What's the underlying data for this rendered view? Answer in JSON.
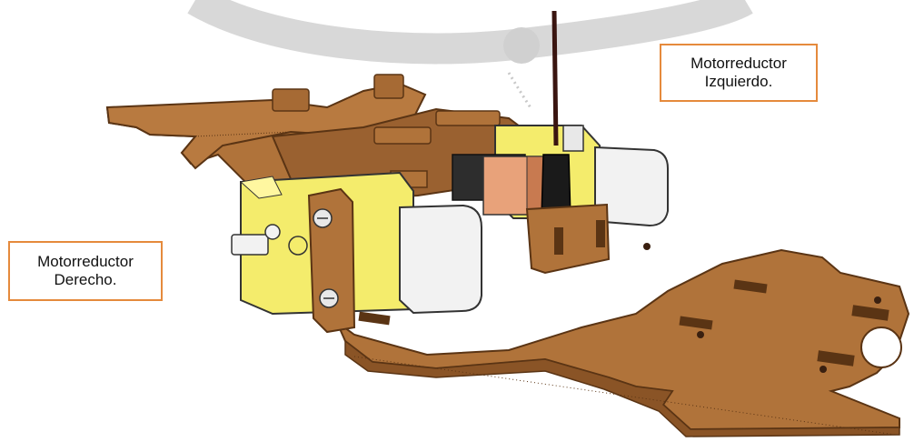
{
  "labels": {
    "left_motor": {
      "line1": "Motorreductor",
      "line2": "Izquierdo."
    },
    "right_motor": {
      "line1": "Motorreductor",
      "line2": "Derecho."
    }
  },
  "colors": {
    "chassis": "#b0733a",
    "chassis_edge": "#5a3414",
    "motor_yellow": "#f4ec6c",
    "motor_cap": "#f2f2f2",
    "callout_border": "#e58a3c",
    "wire": "#3a1510",
    "ghost_wheel": "#d8d8d8"
  }
}
